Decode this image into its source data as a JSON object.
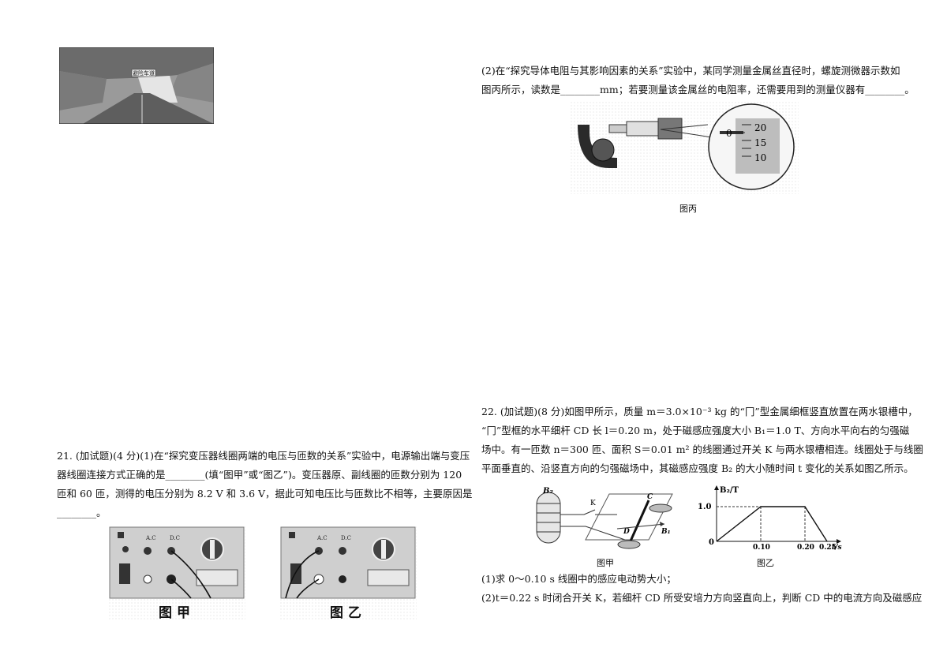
{
  "photo": {
    "sign_text": "避险车道"
  },
  "q21": {
    "lines": [
      "21. (加试题)(4 分)(1)在“探究变压器线圈两端的电压与匝数的关系”实验中，电源输出端与变压",
      "器线圈连接方式正确的是________(填“图甲”或“图乙”)。变压器原、副线圈的匝数分别为 120",
      "匝和 60 匝，测得的电压分别为 8.2 V 和 3.6 V，据此可知电压比与匝数比不相等，主要原因是",
      "________。"
    ],
    "fig_a_caption": "图甲",
    "fig_b_caption": "图乙",
    "panel_labels": {
      "ac": "A.C",
      "dc": "D.C"
    }
  },
  "q21_2": {
    "lines": [
      "(2)在“探究导体电阻与其影响因素的关系”实验中，某同学测量金属丝直径时，螺旋测微器示数如",
      "图丙所示，读数是________mm；若要测量该金属丝的电阻率，还需要用到的测量仪器有________。"
    ],
    "caption": "图丙",
    "scale": {
      "zero": "0",
      "t20": "20",
      "t15": "15",
      "t10": "10"
    }
  },
  "q22": {
    "lines": [
      "22. (加试题)(8 分)如图甲所示，质量 m＝3.0×10⁻³ kg 的“冂”型金属细框竖直放置在两水银槽中，",
      "“冂”型框的水平细杆 CD 长 l＝0.20 m，处于磁感应强度大小 B₁＝1.0 T、方向水平向右的匀强磁",
      "场中。有一匝数 n＝300 匝、面积 S＝0.01 m² 的线圈通过开关 K 与两水银槽相连。线圈处于与线圈",
      "平面垂直的、沿竖直方向的匀强磁场中，其磁感应强度 B₂ 的大小随时间 t 变化的关系如图乙所示。"
    ],
    "fig_a": {
      "caption": "图甲",
      "b2": "B₂",
      "k": "K",
      "c": "C",
      "d": "D",
      "b1": "B₁"
    },
    "fig_b": {
      "caption": "图乙",
      "ylabel": "B₂/T",
      "xlabel": "t/s",
      "y_tick": "1.0",
      "origin": "0",
      "x_ticks": [
        "0.10",
        "0.20",
        "0.25"
      ]
    },
    "sub": [
      "(1)求 0～0.10 s 线圈中的感应电动势大小；",
      "(2)t＝0.22 s 时闭合开关 K，若细杆 CD 所受安培力方向竖直向上，判断 CD 中的电流方向及磁感应"
    ]
  },
  "chart_data": {
    "type": "line",
    "xlabel": "t/s",
    "ylabel": "B₂/T",
    "x": [
      0,
      0.1,
      0.2,
      0.25
    ],
    "y": [
      0,
      1.0,
      1.0,
      0
    ]
  }
}
